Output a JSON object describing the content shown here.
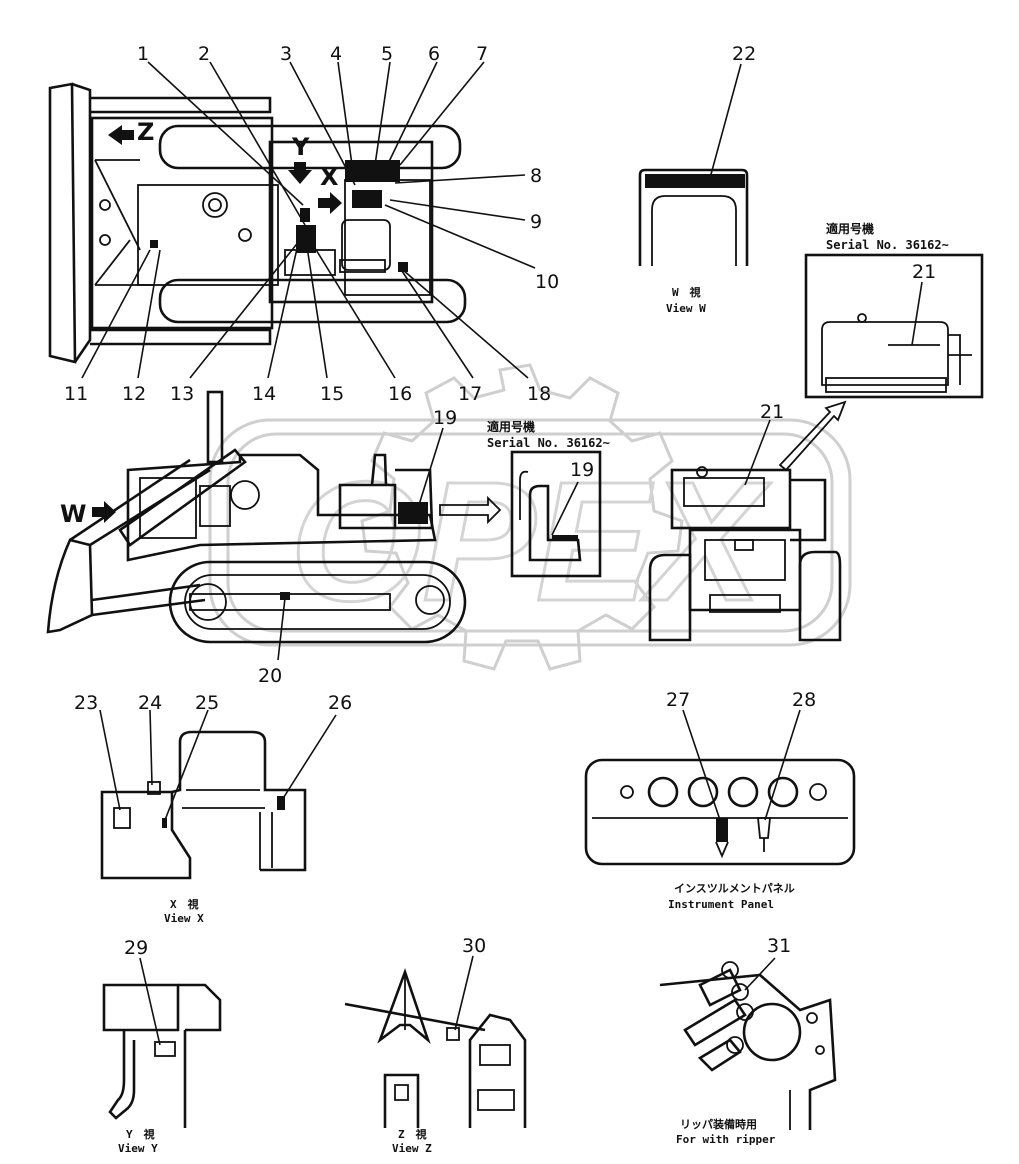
{
  "callouts": {
    "c1": "1",
    "c2": "2",
    "c3": "3",
    "c4": "4",
    "c5": "5",
    "c6": "6",
    "c7": "7",
    "c8": "8",
    "c9": "9",
    "c10": "10",
    "c11": "11",
    "c12": "12",
    "c13": "13",
    "c14": "14",
    "c15": "15",
    "c16": "16",
    "c17": "17",
    "c18": "18",
    "c19a": "19",
    "c19b": "19",
    "c20": "20",
    "c21a": "21",
    "c21b": "21",
    "c22": "22",
    "c23": "23",
    "c24": "24",
    "c25": "25",
    "c26": "26",
    "c27": "27",
    "c28": "28",
    "c29": "29",
    "c30": "30",
    "c31": "31"
  },
  "view_markers": {
    "x": "X",
    "y": "Y",
    "z": "Z",
    "w": "W"
  },
  "captions": {
    "view_w_jp": "W　視",
    "view_w_en": "View  W",
    "serial_jp_1": "適用号機",
    "serial_en_1": "Serial  No.  36162~",
    "serial_jp_2": "適用号機",
    "serial_en_2": "Serial  No.  36162~",
    "view_x_jp": "X　視",
    "view_x_en": "View  X",
    "panel_jp": "インスツルメントパネル",
    "panel_en": "Instrument  Panel",
    "view_y_jp": "Y　視",
    "view_y_en": "View  Y",
    "view_z_jp": "Z　視",
    "view_z_en": "View  Z",
    "ripper_jp": "リッパ装備時用",
    "ripper_en": "For  with  ripper"
  },
  "watermark": "OPEX"
}
